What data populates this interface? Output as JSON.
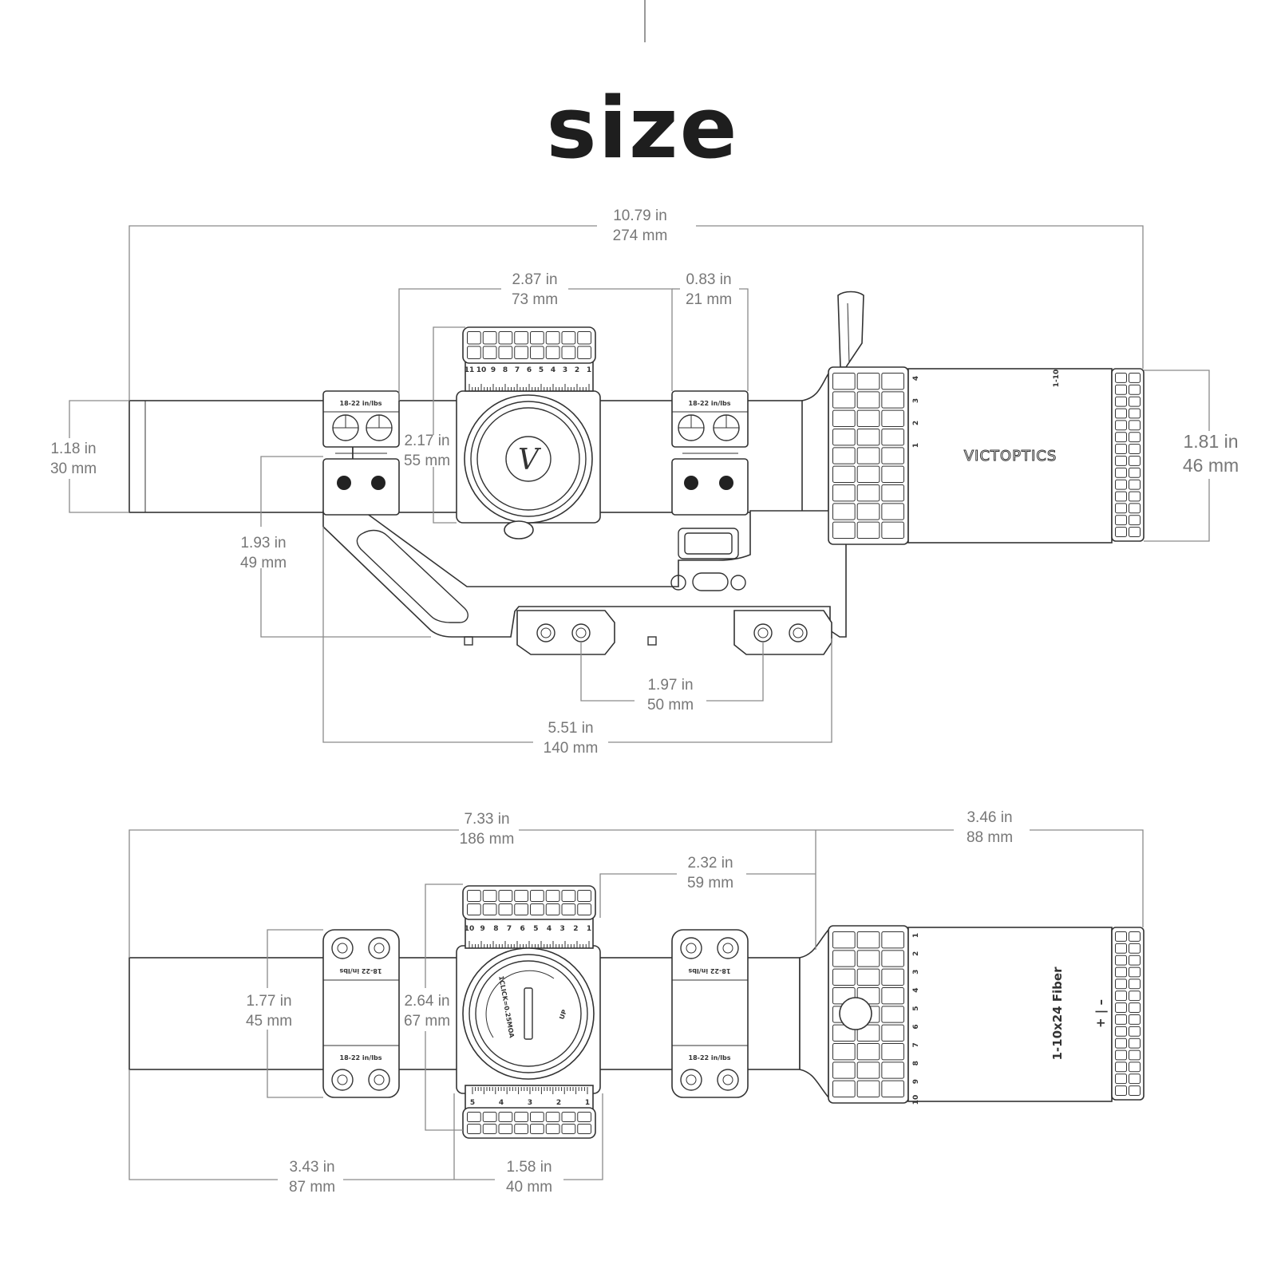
{
  "title": "size",
  "brand": "VICTOPTICS",
  "top_view": {
    "overall_length": {
      "in": "10.79 in",
      "mm": "274 mm"
    },
    "ring_span": {
      "in": "2.87 in",
      "mm": "73 mm"
    },
    "ring_width": {
      "in": "0.83 in",
      "mm": "21 mm"
    },
    "tube_diameter": {
      "in": "1.18 in",
      "mm": "30 mm"
    },
    "turret_height": {
      "in": "2.17 in",
      "mm": "55 mm"
    },
    "center_height": {
      "in": "1.93 in",
      "mm": "49 mm"
    },
    "objective_diameter": {
      "in": "1.81 in",
      "mm": "46 mm"
    },
    "clamp_spacing": {
      "in": "1.97 in",
      "mm": "50 mm"
    },
    "mount_length": {
      "in": "5.51 in",
      "mm": "140 mm"
    },
    "ring_label": "18-22 in/lbs",
    "zoom_marks": [
      "1",
      "2",
      "3",
      "4"
    ],
    "zoom_cap_mark": "1-10",
    "elevation_ticks": [
      "11",
      "10",
      "9",
      "8",
      "7",
      "6",
      "5",
      "4",
      "3",
      "2",
      "1"
    ]
  },
  "bottom_view": {
    "front_length": {
      "in": "7.33 in",
      "mm": "186 mm"
    },
    "eyepiece_length": {
      "in": "3.46 in",
      "mm": "88 mm"
    },
    "turret_to_ocular": {
      "in": "2.32 in",
      "mm": "59 mm"
    },
    "ring_outer_width": {
      "in": "1.77 in",
      "mm": "45 mm"
    },
    "turret_width": {
      "in": "2.64 in",
      "mm": "67 mm"
    },
    "front_to_turret": {
      "in": "3.43 in",
      "mm": "87 mm"
    },
    "turret_body": {
      "in": "1.58 in",
      "mm": "40 mm"
    },
    "ring_label": "18-22 in/lbs",
    "click_label": "1CLICK=0.25MOA",
    "up_label": "UP",
    "model_label": "1-10x24 Fiber",
    "plus_minus": "+ | –",
    "zoom_marks": [
      "10",
      "9",
      "8",
      "7",
      "6",
      "5",
      "4",
      "3",
      "2",
      "1"
    ],
    "windage_ticks": [
      "10",
      "9",
      "8",
      "7",
      "6",
      "5",
      "4",
      "3",
      "2",
      "1"
    ],
    "lower_ticks": [
      "5",
      "4",
      "3",
      "2",
      "1"
    ]
  }
}
